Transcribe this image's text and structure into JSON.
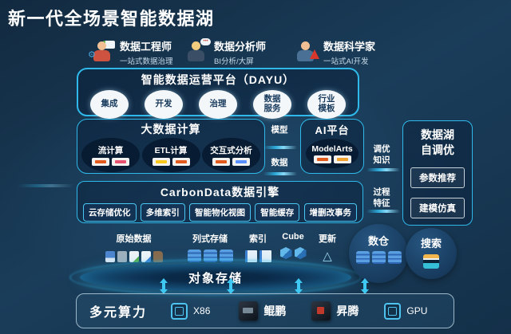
{
  "page_title": "新一代全场景智能数据湖",
  "personas": [
    {
      "name": "数据工程师",
      "desc": "一站式数据治理",
      "icon": "data-engineer-icon"
    },
    {
      "name": "数据分析师",
      "desc": "BI分析/大屏",
      "icon": "data-analyst-icon"
    },
    {
      "name": "数据科学家",
      "desc": "一站式AI开发",
      "icon": "data-scientist-icon"
    }
  ],
  "dayu": {
    "title": "智能数据运营平台（DAYU）",
    "modules": [
      "集成",
      "开发",
      "治理",
      "数据服务",
      "行业模板"
    ]
  },
  "bigdata": {
    "title": "大数据计算",
    "groups": [
      {
        "label": "流计算",
        "logos": [
          "spark-streaming-logo",
          "flink-logo"
        ]
      },
      {
        "label": "ETL计算",
        "logos": [
          "hive-logo",
          "spark-logo"
        ]
      },
      {
        "label": "交互式分析",
        "logos": [
          "spark-sql-logo",
          "presto-logo"
        ]
      }
    ]
  },
  "ai_platform": {
    "title": "AI平台",
    "product": "ModelArts",
    "logos": [
      "spark-logo",
      "tensorflow-logo"
    ]
  },
  "flows": {
    "model": "模型",
    "data": "数据",
    "tuning_knowledge": "调优知识",
    "process_features": "过程特征"
  },
  "autotune": {
    "title": "数据湖自调优",
    "items": [
      "参数推荐",
      "建模仿真"
    ]
  },
  "carbondata": {
    "title": "CarbonData数据引擎",
    "features": [
      "云存储优化",
      "多维索引",
      "智能物化视图",
      "智能缓存",
      "增删改事务"
    ]
  },
  "storage": {
    "groups": [
      {
        "label": "原始数据",
        "icon": "raw-data-files-icon"
      },
      {
        "label": "列式存储",
        "icon": "columnar-db-icon"
      },
      {
        "label": "索引",
        "icon": "index-docs-icon"
      },
      {
        "label": "Cube",
        "icon": "cube-icon"
      },
      {
        "label": "更新",
        "icon": "delta-update-icon"
      }
    ],
    "platform": "对象存储"
  },
  "services": [
    {
      "label": "数仓",
      "icon": "warehouse-db-icon"
    },
    {
      "label": "搜索",
      "icon": "elasticsearch-icon"
    }
  ],
  "compute": {
    "title": "多元算力",
    "items": [
      {
        "label": "X86",
        "icon": "cpu-chip-icon"
      },
      {
        "label": "鲲鹏",
        "icon": "kunpeng-chip-icon"
      },
      {
        "label": "昇腾",
        "icon": "ascend-chip-icon"
      },
      {
        "label": "GPU",
        "icon": "gpu-chip-icon"
      }
    ]
  },
  "colors": {
    "accent_cyan": "#2fb9ea",
    "panel_fill": "#0d2c4d",
    "background": "#1a3d5a",
    "text": "#ffffff"
  }
}
